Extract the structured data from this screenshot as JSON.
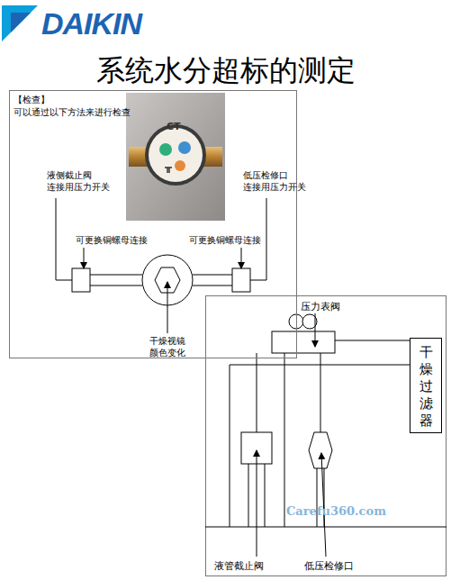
{
  "diagram": {
    "title": "系统水分超标的测定",
    "nodes": [
      {
        "text": [
          "【检查】",
          "可以通过以下方法来进行检查"
        ]
      },
      {
        "text": [
          "干燥过滤器"
        ]
      }
    ],
    "labels": [
      "DAIKIN",
      "CT",
      "液侧截止阀 连接用压力开关",
      "低压检修口 连接用压力开关",
      "可更换铜螺母连接",
      "可更换铜螺母连接",
      "干燥视镜 颜色变化",
      "压力表阀",
      "液管截止阀",
      "低压检修口",
      "Carefu360.com"
    ]
  }
}
